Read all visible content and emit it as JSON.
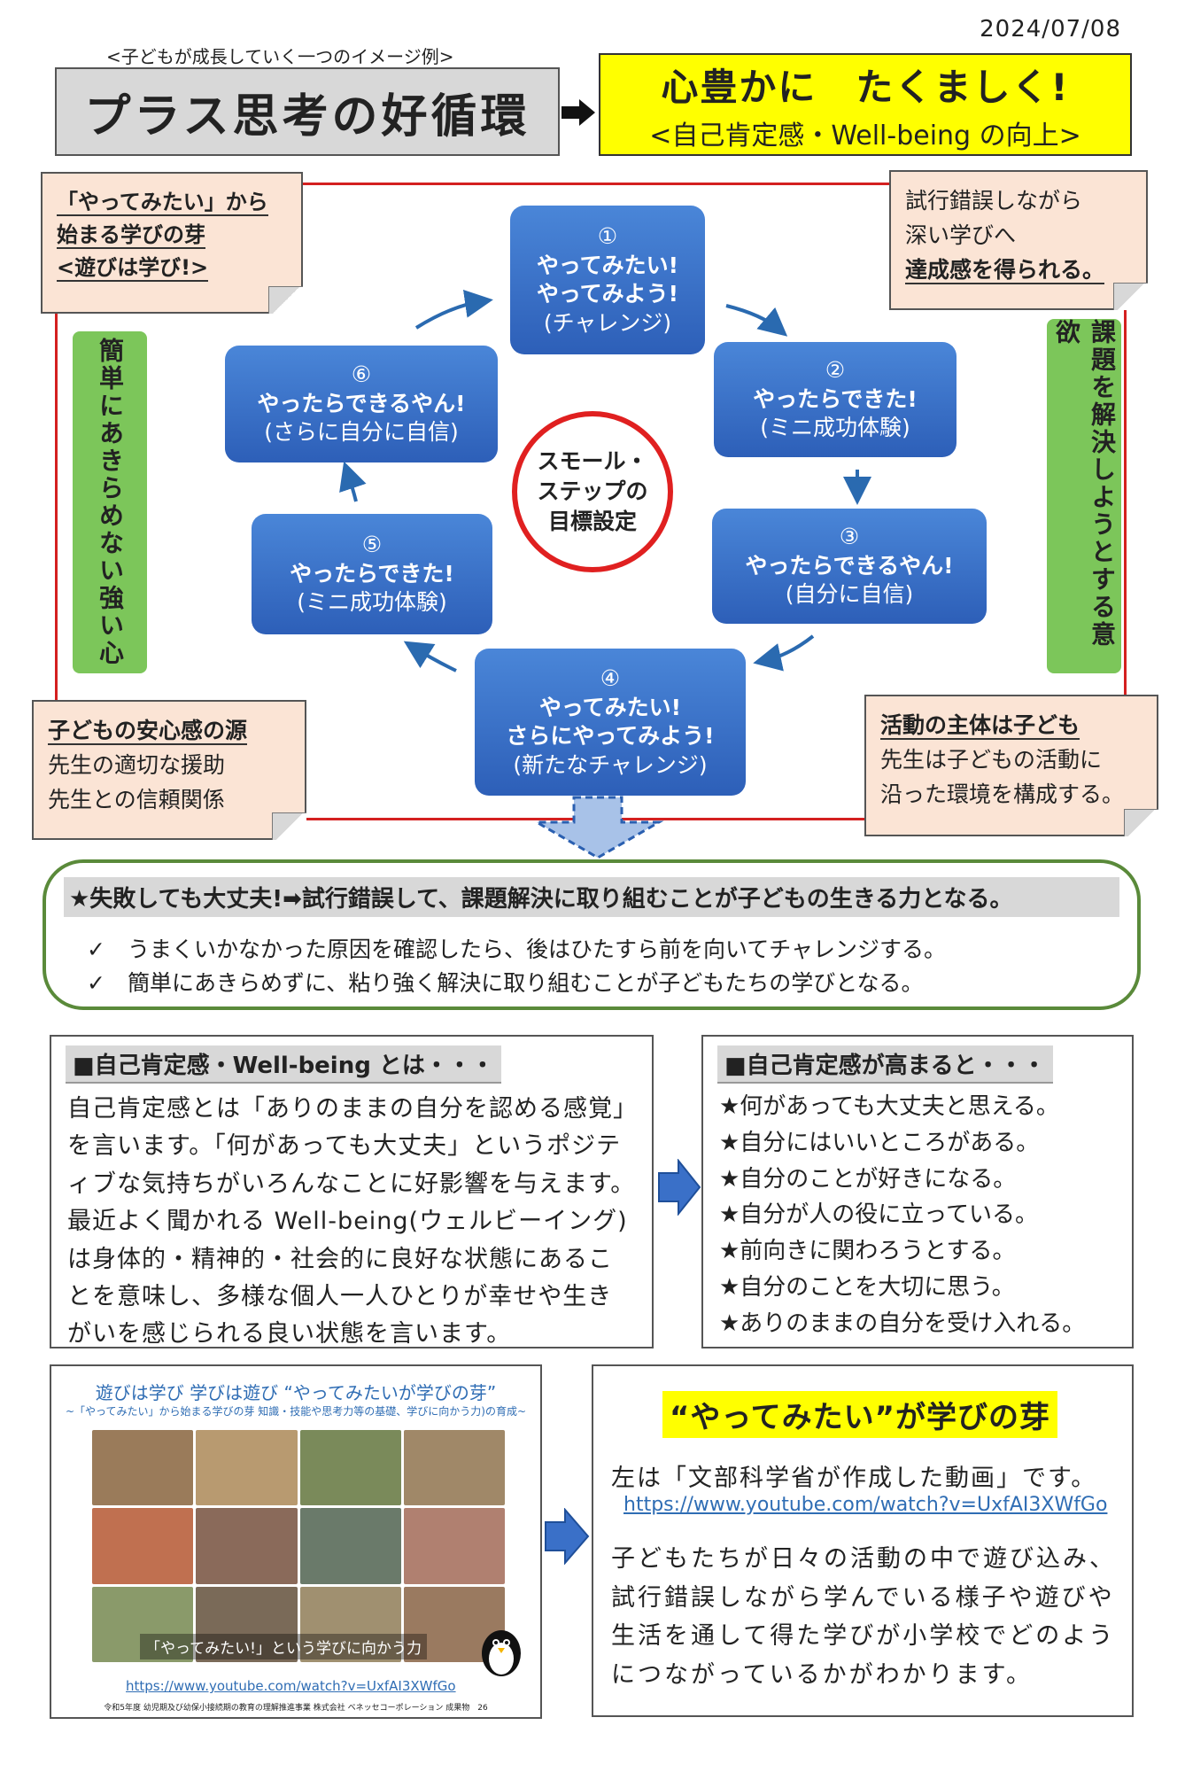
{
  "header": {
    "date": "2024/07/08",
    "subtitle": "<子どもが成長していく一つのイメージ例>",
    "title": "プラス思考の好循環",
    "goal_line1": "心豊かに　たくましく!",
    "goal_line2": "<自己肯定感・Well-being の向上>"
  },
  "notes": {
    "top_left": [
      "「やってみたい」から",
      "始まる学びの芽",
      "<遊びは学び!>"
    ],
    "top_right": [
      "試行錯誤しながら",
      "深い学びへ",
      "達成感を得られる。"
    ],
    "bottom_left": [
      "子どもの安心感の源",
      "先生の適切な援助",
      "先生との信頼関係"
    ],
    "bottom_right": [
      "活動の主体は子ども",
      "先生は子どもの活動に",
      "沿った環境を構成する。"
    ]
  },
  "side_labels": {
    "left": "簡単にあきらめない強い心",
    "right": "課題を解決しようとする意欲"
  },
  "center": [
    "スモール・",
    "ステップの",
    "目標設定"
  ],
  "cycle": [
    {
      "num": "①",
      "lines": [
        "やってみたい!",
        "やってみよう!",
        "(チャレンジ)"
      ]
    },
    {
      "num": "②",
      "lines": [
        "やったらできた!",
        "(ミニ成功体験)"
      ]
    },
    {
      "num": "③",
      "lines": [
        "やったらできるやん!",
        "(自分に自信)"
      ]
    },
    {
      "num": "④",
      "lines": [
        "やってみたい!",
        "さらにやってみよう!",
        "(新たなチャレンジ)"
      ]
    },
    {
      "num": "⑤",
      "lines": [
        "やったらできた!",
        "(ミニ成功体験)"
      ]
    },
    {
      "num": "⑥",
      "lines": [
        "やったらできるやん!",
        "(さらに自分に自信)"
      ]
    }
  ],
  "summary": {
    "heading": "★失敗しても大丈夫!➡試行錯誤して、課題解決に取り組むことが子どもの生きる力となる。",
    "items": [
      "✓　うまくいかなかった原因を確認したら、後はひたすら前を向いてチャレンジする。",
      "✓　簡単にあきらめずに、粘り強く解決に取り組むことが子どもたちの学びとなる。"
    ]
  },
  "wellbeing": {
    "heading": "■自己肯定感・Well-being とは・・・",
    "body": "自己肯定感とは「ありのままの自分を認める感覚」を言います。「何があっても大丈夫」というポジティブな気持ちがいろんなことに好影響を与えます。最近よく聞かれる Well-being(ウェルビーイング)は身体的・精神的・社会的に良好な状態にあることを意味し、多様な個人一人ひとりが幸せや生きがいを感じられる良い状態を言います。"
  },
  "benefits": {
    "heading": "■自己肯定感が高まると・・・",
    "items": [
      "★何があっても大丈夫と思える。",
      "★自分にはいいところがある。",
      "★自分のことが好きになる。",
      "★自分が人の役に立っている。",
      "★前向きに関わろうとする。",
      "★自分のことを大切に思う。",
      "★ありのままの自分を受け入れる。"
    ]
  },
  "video": {
    "title": "遊びは学び 学びは遊び “やってみたいが学びの芽”",
    "subtitle": "~「やってみたい」から始まる学びの芽 知識・技能や思考力等の基礎、学びに向かう力)の育成~",
    "caption": "「やってみたい!」という学びに向かう力",
    "link": "https://www.youtube.com/watch?v=UxfAI3XWfGo",
    "footer": "令和5年度 幼児期及び幼保小接続期の教育の理解推進事業 株式会社 ベネッセコーポレーション 成果物",
    "page": "26"
  },
  "yattemitai": {
    "title": "“やってみたい”が学びの芽",
    "intro": "左は「文部科学省が作成した動画」です。",
    "link": "https://www.youtube.com/watch?v=UxfAI3XWfGo",
    "body": "子どもたちが日々の活動の中で遊び込み、試行錯誤しながら学んでいる様子や遊びや生活を通して得た学びが小学校でどのようにつながっているかがわかります。"
  },
  "colors": {
    "cycle_box": "#3a70c8",
    "note_bg": "#fbe4d5",
    "side_green": "#7cc65a",
    "frame_red": "#d42020",
    "summary_border": "#5a8a3a",
    "highlight_yellow": "#ffff00",
    "link_blue": "#2f6db4"
  }
}
